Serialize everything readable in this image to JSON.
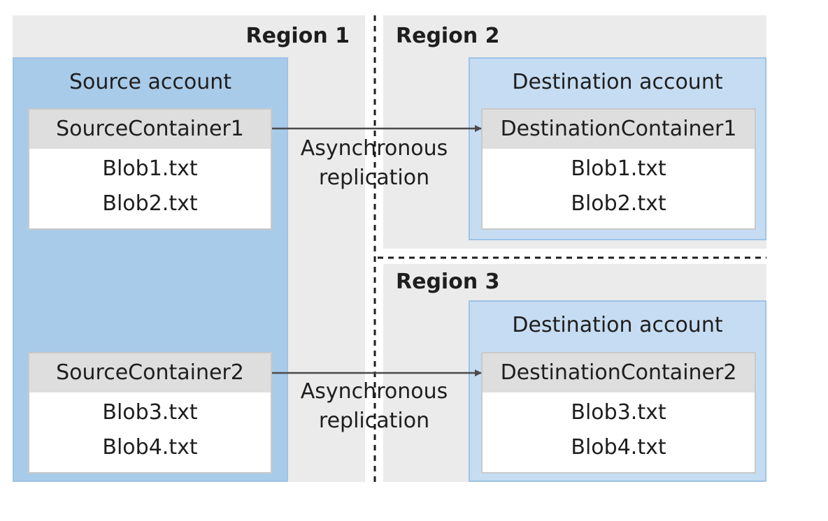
{
  "regions": {
    "r1": "Region 1",
    "r2": "Region 2",
    "r3": "Region 3"
  },
  "source_account": {
    "title": "Source account",
    "containers": [
      {
        "name": "SourceContainer1",
        "blobs": [
          "Blob1.txt",
          "Blob2.txt"
        ]
      },
      {
        "name": "SourceContainer2",
        "blobs": [
          "Blob3.txt",
          "Blob4.txt"
        ]
      }
    ]
  },
  "dest_accounts": [
    {
      "title": "Destination account",
      "container": {
        "name": "DestinationContainer1",
        "blobs": [
          "Blob1.txt",
          "Blob2.txt"
        ]
      }
    },
    {
      "title": "Destination account",
      "container": {
        "name": "DestinationContainer2",
        "blobs": [
          "Blob3.txt",
          "Blob4.txt"
        ]
      }
    }
  ],
  "replication_label": [
    "Asynchronous",
    "replication"
  ],
  "colors": {
    "region_bg": "#ebebeb",
    "source_account": "#a9cbea",
    "dest_account": "#c6dcf2",
    "arrow": "#4a4a4a",
    "divider": "#1e1e1e"
  }
}
